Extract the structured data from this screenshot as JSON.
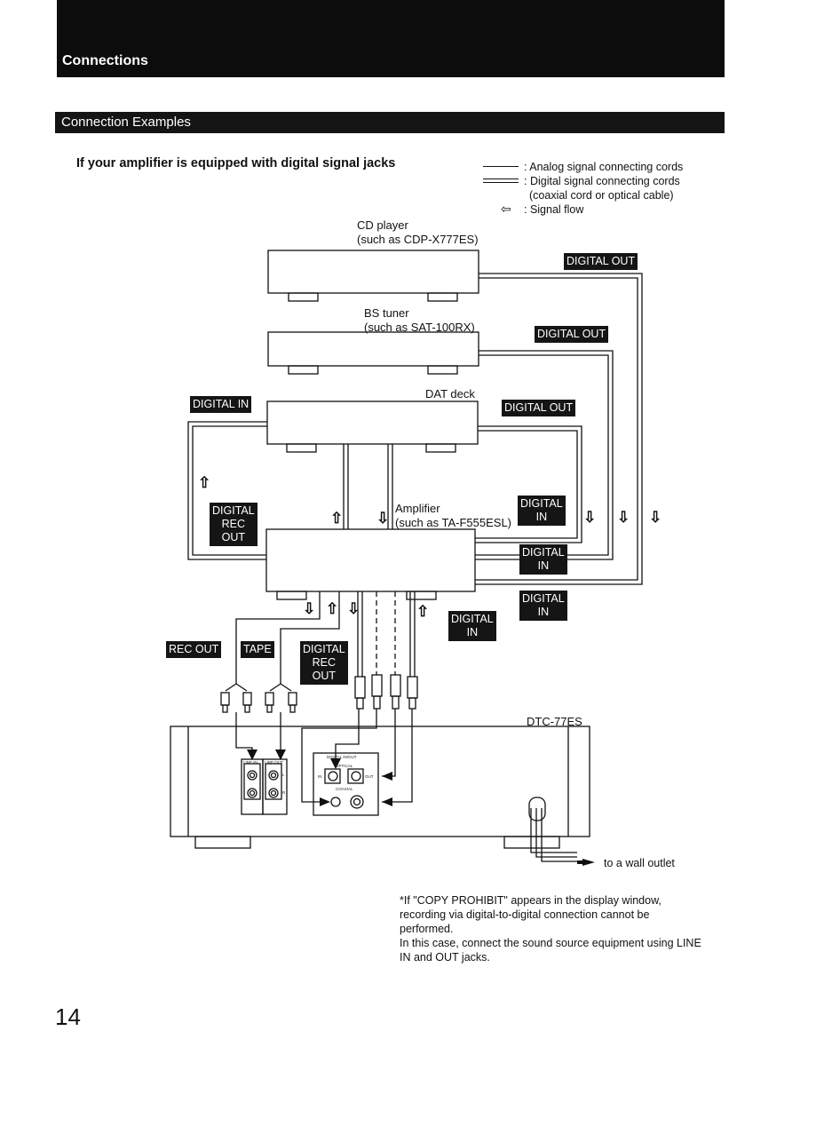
{
  "header": {
    "title": "Connections"
  },
  "section": {
    "title": "Connection Examples"
  },
  "subtitle": "If your amplifier is equipped with digital signal jacks",
  "legend": {
    "analog": ": Analog signal connecting cords",
    "digital_line1": ": Digital signal connecting cords",
    "digital_line2": "(coaxial cord or optical cable)",
    "flow": ": Signal flow"
  },
  "devices": {
    "cd_player": {
      "name": "CD player",
      "model": "(such as CDP-X777ES)"
    },
    "bs_tuner": {
      "name": "BS tuner",
      "model": "(such as SAT-100RX)"
    },
    "dat_deck": {
      "name": "DAT deck"
    },
    "amplifier": {
      "name": "Amplifier",
      "model": "(such as TA-F555ESL)"
    },
    "recorder": {
      "name": "DTC-77ES"
    }
  },
  "labels": {
    "cd_digital_out": "DIGITAL OUT",
    "bs_digital_out": "DIGITAL OUT",
    "dat_digital_out": "DIGITAL OUT",
    "dat_digital_in": "DIGITAL IN",
    "amp_digital_rec_out": [
      "DIGITAL",
      "REC",
      "OUT"
    ],
    "amp_digital_in_top": [
      "DIGITAL",
      "IN"
    ],
    "amp_digital_in_mid": [
      "DIGITAL",
      "IN"
    ],
    "amp_digital_in_right": [
      "DIGITAL",
      "IN"
    ],
    "amp_digital_in_bottom": [
      "DIGITAL",
      "IN"
    ],
    "rec_out": "REC OUT",
    "tape": "TAPE",
    "digital_rec_out_bottom": [
      "DIGITAL",
      "REC",
      "OUT"
    ]
  },
  "panel": {
    "line_in": "LINE IN",
    "line_out": "LINE OUT",
    "l": "L",
    "r": "R",
    "digital_in_out": "DIGITAL IN/OUT",
    "optical": "OPTICAL",
    "coaxial": "COAXIAL",
    "in": "IN",
    "out": "OUT"
  },
  "wall_outlet": "to a wall outlet",
  "note": {
    "line1": "*If \"COPY PROHIBIT\" appears in the display window, recording via digital-to-digital connection cannot be performed.",
    "line2": "In this case, connect the sound source equipment using LINE IN and OUT jacks."
  },
  "page_number": "14",
  "colors": {
    "bar": "#0c0c0c",
    "label_bg": "#151515"
  }
}
